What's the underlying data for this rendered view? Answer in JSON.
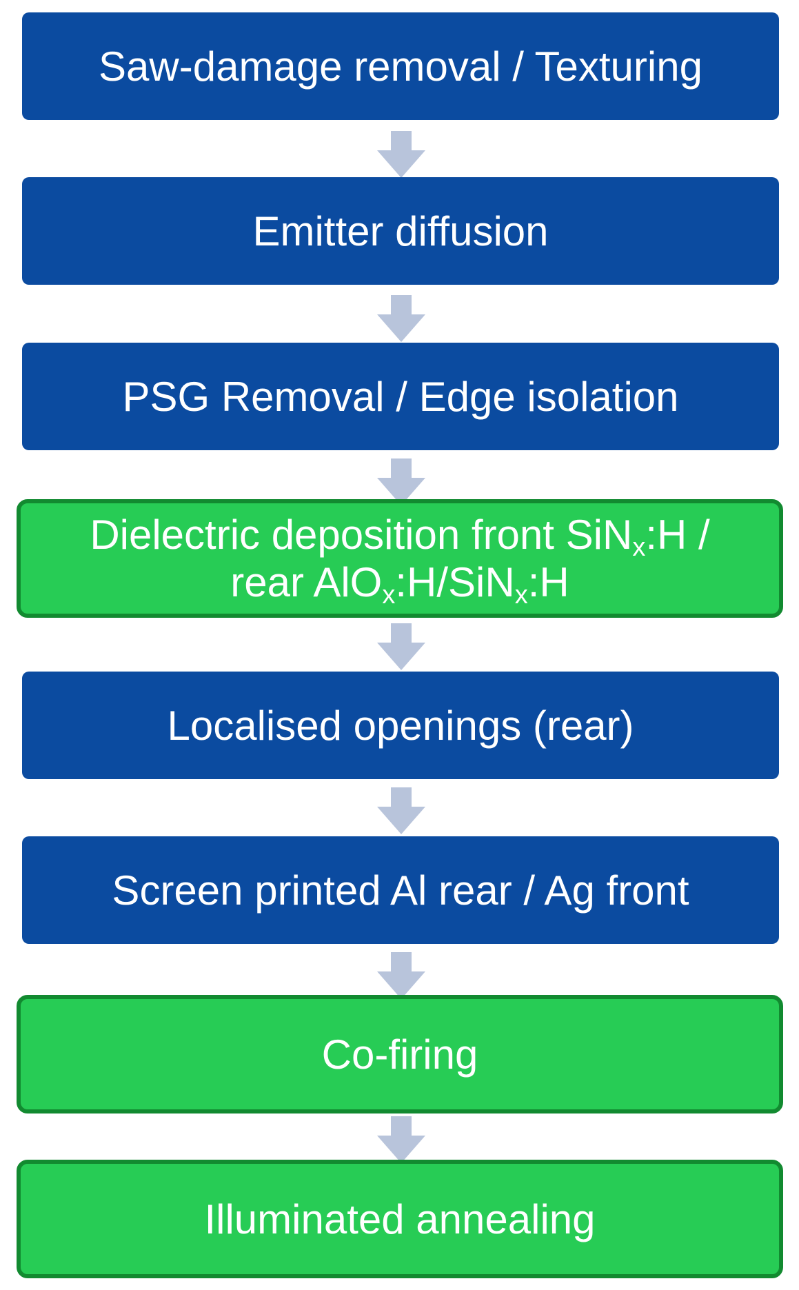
{
  "colors": {
    "process_step": "#0b4ba0",
    "highlight_step": "#27cc55",
    "highlight_border": "#128a30",
    "arrow": "#b8c4db"
  },
  "steps": [
    {
      "label": "Saw-damage removal / Texturing",
      "style": "blue"
    },
    {
      "label": "Emitter diffusion",
      "style": "blue"
    },
    {
      "label": "PSG Removal / Edge isolation",
      "style": "blue"
    },
    {
      "style": "green",
      "line1_pre": "Dielectric deposition front SiN",
      "line1_sub": "x",
      "line1_post": ":H /",
      "line2_pre": "rear AlO",
      "line2_sub1": "x",
      "line2_mid": ":H/SiN",
      "line2_sub2": "x",
      "line2_post": ":H"
    },
    {
      "label": "Localised openings (rear)",
      "style": "blue"
    },
    {
      "label": "Screen printed Al rear / Ag front",
      "style": "blue"
    },
    {
      "label": "Co-firing",
      "style": "green"
    },
    {
      "label": "Illuminated annealing",
      "style": "green"
    }
  ]
}
